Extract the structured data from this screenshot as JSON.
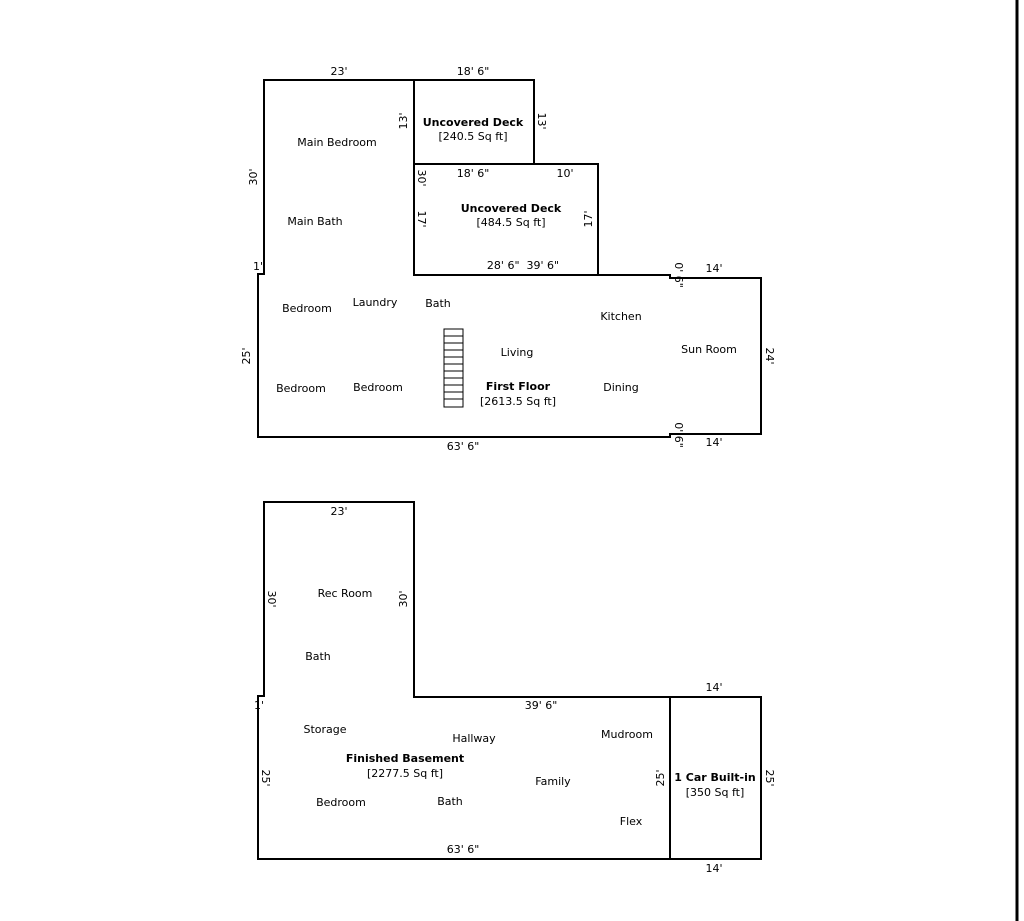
{
  "first_floor": {
    "rooms": {
      "main_bedroom": "Main Bedroom",
      "main_bath": "Main Bath",
      "bedroom_1": "Bedroom",
      "laundry": "Laundry",
      "bath": "Bath",
      "kitchen": "Kitchen",
      "living": "Living",
      "sun_room": "Sun Room",
      "bedroom_2": "Bedroom",
      "bedroom_3": "Bedroom",
      "dining": "Dining"
    },
    "area_name": "First Floor",
    "area_sqft": "[2613.5 Sq ft]",
    "upper_deck": {
      "name": "Uncovered Deck",
      "sqft": "[240.5 Sq ft]"
    },
    "lower_deck": {
      "name": "Uncovered Deck",
      "sqft": "[484.5 Sq ft]"
    },
    "dims": {
      "top_main": "23'",
      "top_deck": "18' 6\"",
      "left_upper": "30'",
      "deck1_left": "13'",
      "deck1_right": "13'",
      "deck2_left_30": "30'",
      "deck2_top_18": "18' 6\"",
      "deck2_top_10": "10'",
      "deck2_left_17": "17'",
      "deck2_right_17": "17'",
      "deck2_bottom": "28' 6\"  39' 6\"",
      "step_top": "0' 6\"",
      "sun_top": "14'",
      "step_left": "1'",
      "left_lower": "25'",
      "right_lower": "24'",
      "bottom": "63' 6\"",
      "step_bottom": "0' 6\"",
      "sun_bottom": "14'"
    }
  },
  "basement": {
    "rooms": {
      "rec_room": "Rec Room",
      "bath_upper": "Bath",
      "storage": "Storage",
      "hallway": "Hallway",
      "mudroom": "Mudroom",
      "family": "Family",
      "bedroom": "Bedroom",
      "bath_lower": "Bath",
      "flex": "Flex"
    },
    "area_name": "Finished Basement",
    "area_sqft": "[2277.5 Sq ft]",
    "garage": {
      "name": "1 Car Built-in",
      "sqft": "[350 Sq ft]"
    },
    "dims": {
      "top": "23'",
      "left_upper": "30'",
      "right_upper": "30'",
      "step_left": "1'",
      "mid_top": "39' 6\"",
      "garage_top": "14'",
      "left_lower": "25'",
      "garage_left": "25'",
      "garage_right": "25'",
      "bottom": "63' 6\"",
      "garage_bottom": "14'"
    }
  }
}
